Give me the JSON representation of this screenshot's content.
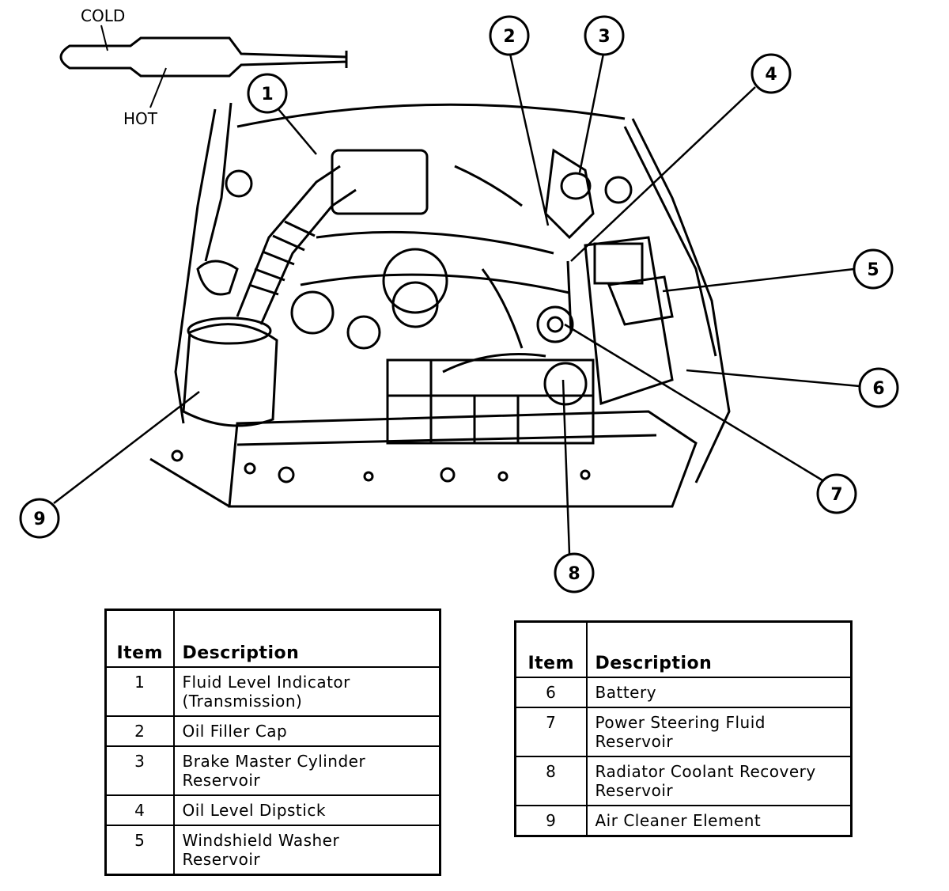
{
  "dipstick": {
    "cold_label": "COLD",
    "hot_label": "HOT"
  },
  "callouts": [
    "1",
    "2",
    "3",
    "4",
    "5",
    "6",
    "7",
    "8",
    "9"
  ],
  "legend_left": {
    "header_item": "Item",
    "header_description": "Description",
    "rows": [
      {
        "item": "1",
        "description": "Fluid Level Indicator\n(Transmission)"
      },
      {
        "item": "2",
        "description": "Oil Filler Cap"
      },
      {
        "item": "3",
        "description": "Brake Master Cylinder\nReservoir"
      },
      {
        "item": "4",
        "description": "Oil Level Dipstick"
      },
      {
        "item": "5",
        "description": "Windshield Washer\nReservoir"
      }
    ]
  },
  "legend_right": {
    "header_item": "Item",
    "header_description": "Description",
    "rows": [
      {
        "item": "6",
        "description": "Battery"
      },
      {
        "item": "7",
        "description": "Power Steering Fluid\nReservoir"
      },
      {
        "item": "8",
        "description": "Radiator Coolant Recovery\nReservoir"
      },
      {
        "item": "9",
        "description": "Air Cleaner Element"
      }
    ]
  }
}
